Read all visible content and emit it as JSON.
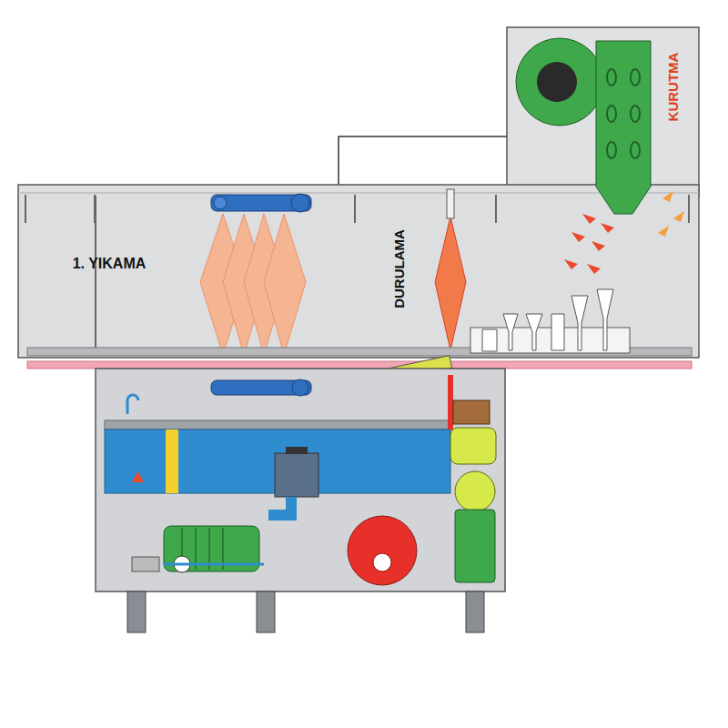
{
  "diagram": {
    "labels": [
      "1. YIKAMA",
      "DURULAMA",
      "KURUTMA"
    ]
  }
}
